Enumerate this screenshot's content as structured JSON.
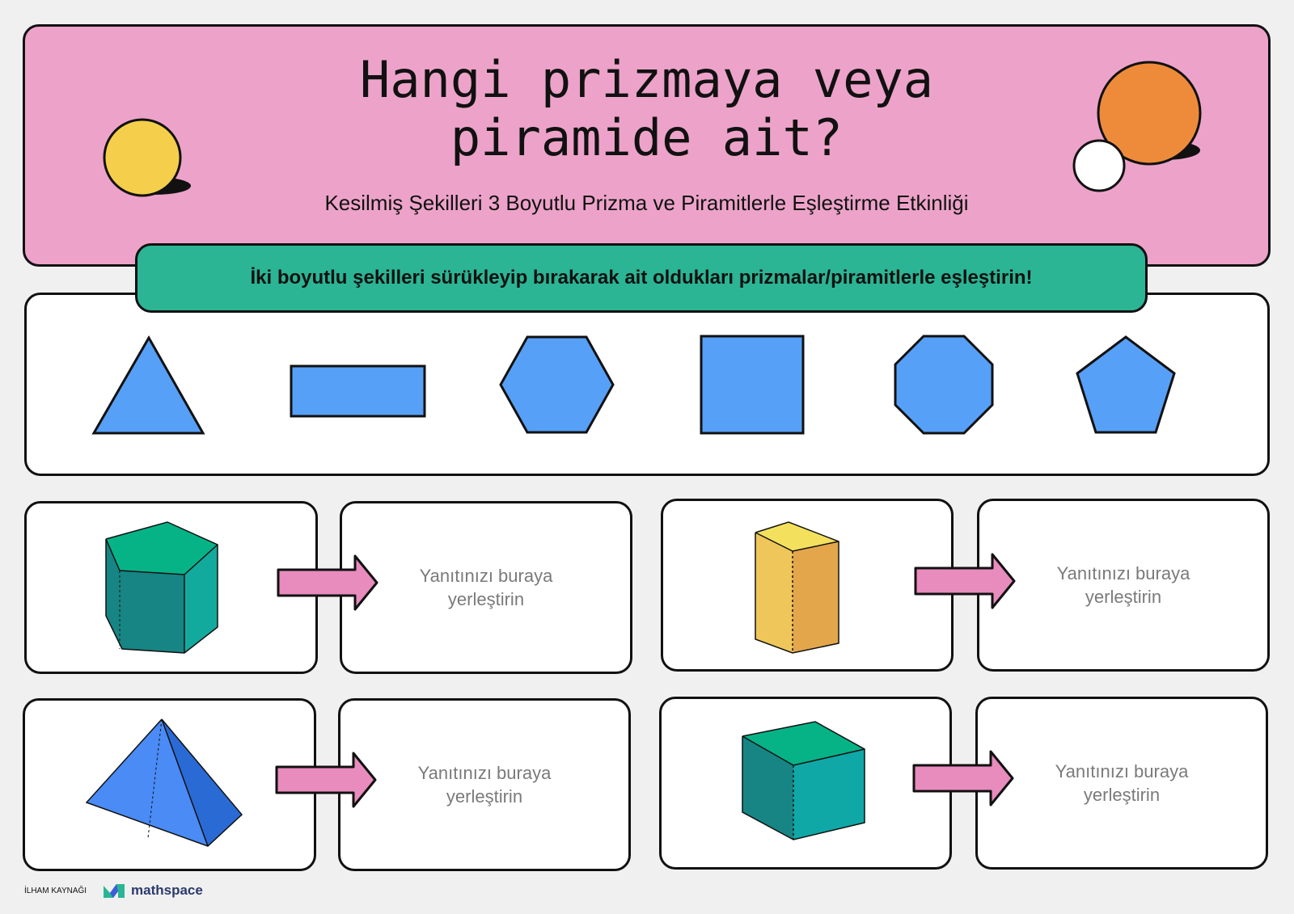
{
  "header": {
    "title": "Hangi prizmaya veya piramide ait?",
    "subtitle": "Kesilmiş Şekilleri 3 Boyutlu Prizma ve Piramitlerle Eşleştirme Etkinliği"
  },
  "instruction": "İki boyutlu şekilleri sürükleyip bırakarak ait oldukları prizmalar/piramitlerle eşleştirin!",
  "shapes": [
    "triangle",
    "rectangle",
    "hexagon",
    "square",
    "octagon",
    "pentagon"
  ],
  "solids": [
    "pentagonal-prism",
    "rectangular-prism",
    "square-pyramid",
    "cube"
  ],
  "answer_placeholder": "Yanıtınızı buraya yerleştirin",
  "footer": {
    "label": "İLHAM KAYNAĞI",
    "brand": "mathspace"
  },
  "colors": {
    "header_bg": "#eda3c9",
    "instruction_bg": "#2bb594",
    "shape_fill": "#56a0f7",
    "arrow_fill": "#e88bbd"
  }
}
